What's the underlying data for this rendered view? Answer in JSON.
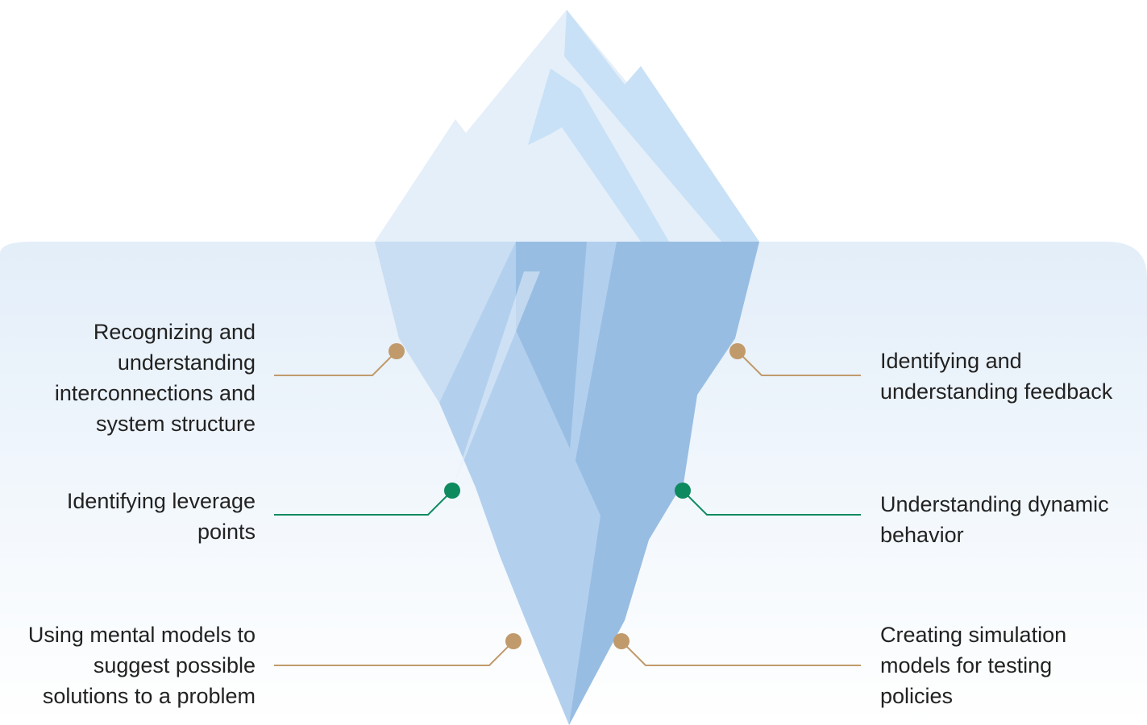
{
  "colors": {
    "tan": "#c19a6b",
    "green": "#0e8a5f",
    "water_top": "#e3eef9",
    "water_bottom": "#ffffff",
    "ice_light": "#e5eff9",
    "ice_mid": "#c8e1f6",
    "ice_under_light": "#b2d0ee",
    "ice_under_dark": "#98bde2",
    "text": "#222222"
  },
  "annotations": [
    {
      "id": "interconnections",
      "side": "left",
      "color_key": "tan",
      "text": "Recognizing and\nunderstanding\ninterconnections and\nsystem structure"
    },
    {
      "id": "leverage",
      "side": "left",
      "color_key": "green",
      "text": "Identifying leverage\npoints"
    },
    {
      "id": "mental-models",
      "side": "left",
      "color_key": "tan",
      "text": "Using mental models to\nsuggest possible\nsolutions to a problem"
    },
    {
      "id": "feedback",
      "side": "right",
      "color_key": "tan",
      "text": "Identifying and\nunderstanding feedback"
    },
    {
      "id": "dynamic",
      "side": "right",
      "color_key": "green",
      "text": "Understanding dynamic\nbehavior"
    },
    {
      "id": "simulation",
      "side": "right",
      "color_key": "tan",
      "text": "Creating simulation\nmodels for testing\npolicies"
    }
  ]
}
